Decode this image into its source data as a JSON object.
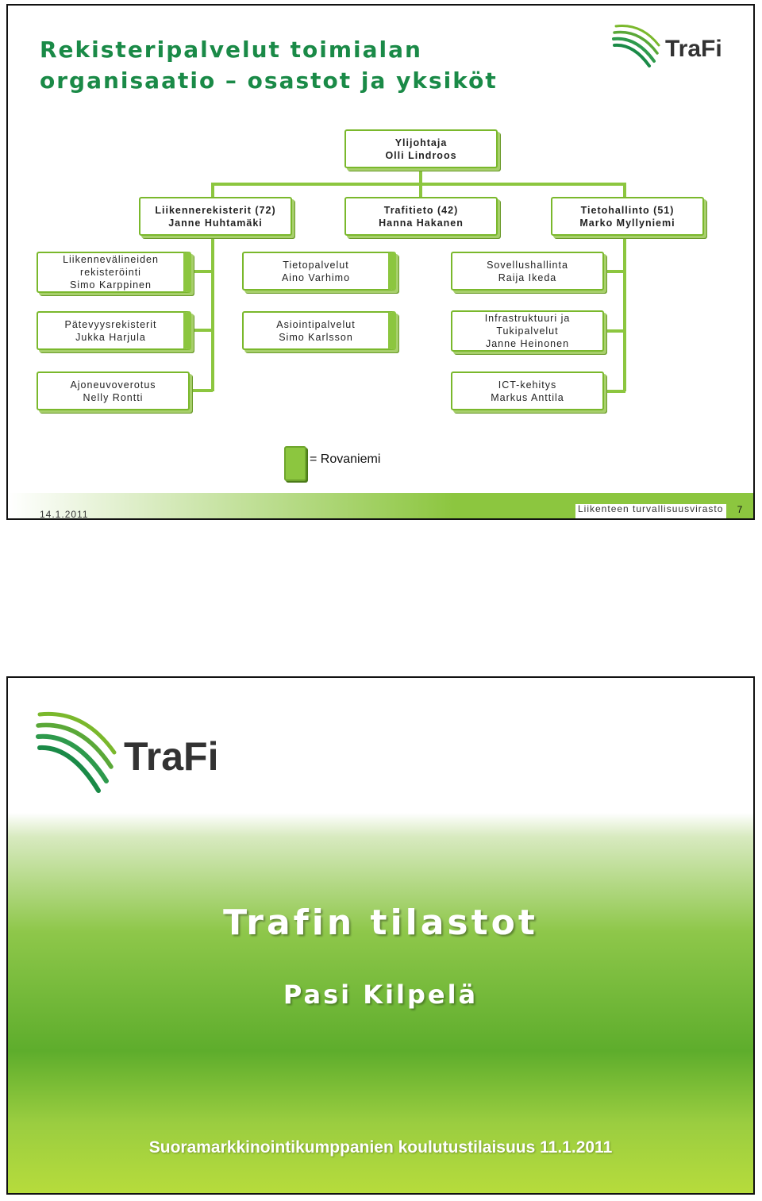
{
  "slide1": {
    "title_line1": "Rekisteripalvelut toimialan",
    "title_line2": "organisaatio – osastot ja yksiköt",
    "logo_text": "TraFi",
    "director": {
      "title": "Ylijohtaja",
      "name": "Olli Lindroos"
    },
    "departments": [
      {
        "title": "Liikennerekisterit (72)",
        "name": "Janne Huhtamäki"
      },
      {
        "title": "Trafitieto (42)",
        "name": "Hanna Hakanen"
      },
      {
        "title": "Tietohallinto (51)",
        "name": "Marko Myllyniemi"
      }
    ],
    "units_left": [
      {
        "line1": "Liikennevälineiden",
        "line2": "rekisteröinti",
        "line3": "Simo Karppinen"
      },
      {
        "line1": "Pätevyysrekisterit",
        "line2": "Jukka Harjula"
      },
      {
        "line1": "Ajoneuvoverotus",
        "line2": "Nelly Rontti"
      }
    ],
    "units_middle": [
      {
        "line1": "Tietopalvelut",
        "line2": "Aino Varhimo"
      },
      {
        "line1": "Asiointipalvelut",
        "line2": "Simo Karlsson"
      }
    ],
    "units_right": [
      {
        "line1": "Sovellushallinta",
        "line2": "Raija Ikeda"
      },
      {
        "line1": "Infrastruktuuri ja",
        "line2": "Tukipalvelut",
        "line3": "Janne Heinonen"
      },
      {
        "line1": "ICT-kehitys",
        "line2": "Markus Anttila"
      }
    ],
    "legend": "= Rovaniemi",
    "footer_date": "14.1.2011",
    "footer_org": "Liikenteen turvallisuusvirasto",
    "footer_page": "7",
    "colors": {
      "title": "#1a8a47",
      "accent": "#8cc63f",
      "border": "#7ab82c"
    }
  },
  "slide2": {
    "logo_text": "TraFi",
    "title": "Trafin tilastot",
    "subtitle": "Pasi Kilpelä",
    "footer": "Suoramarkkinointikumppanien koulutustilaisuus 11.1.2011"
  }
}
